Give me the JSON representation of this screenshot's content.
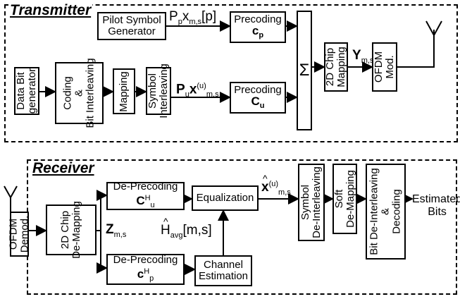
{
  "transmitter": {
    "title": "Transmitter",
    "pilot_gen": [
      "Pilot Symbol",
      "Generator"
    ],
    "pilot_signal": {
      "main": "P",
      "p_sub": "p",
      "x": "x",
      "sub": "m,s",
      "bracket": "[p]"
    },
    "precoding_top": {
      "label": "Precoding",
      "sym": "c",
      "sub": "p"
    },
    "data_gen": [
      "Data Bit",
      "generator"
    ],
    "coding": [
      "Coding",
      "&",
      "Bit Interleaving"
    ],
    "mapping": "Mapping",
    "symbol_interleaving": [
      "Symbol",
      "Interleaving"
    ],
    "data_signal": {
      "main": "P",
      "sub_u": "u",
      "x": "x",
      "sup": "(u)",
      "sub": "m,s"
    },
    "precoding_bottom": {
      "label": "Precoding",
      "sym": "C",
      "sub": "u"
    },
    "sum": "Σ",
    "chip_mapping": [
      "2D Chip",
      "Mapping"
    ],
    "y_signal": {
      "main": "Y",
      "sub": "m,s"
    },
    "ofdm_mod": [
      "OFDM",
      "Mod."
    ]
  },
  "receiver": {
    "title": "Receiver",
    "ofdm_demod": [
      "OFDM",
      "Demod."
    ],
    "chip_demapping": [
      "2D Chip",
      "De-Mapping"
    ],
    "z_signal": {
      "main": "Z",
      "sub": "m,s"
    },
    "deprecoding_top": {
      "label": "De-Precoding",
      "sym": "C",
      "sup": "H",
      "sub": "u"
    },
    "deprecoding_bottom": {
      "label": "De-Precoding",
      "sym": "c",
      "sup": "H",
      "sub": "p"
    },
    "equalization": "Equalization",
    "h_signal": {
      "hat": "^",
      "main": "H",
      "sub": "avg",
      "bracket": "[m,s]"
    },
    "channel_est": [
      "Channel",
      "Estimation"
    ],
    "x_signal": {
      "hat": "^",
      "main": "x",
      "sup": "(u)",
      "sub": "m,s"
    },
    "symbol_deinterleaving": [
      "Symbol",
      "De-Interleaving"
    ],
    "soft_demapping": [
      "Soft",
      "De-Mapping"
    ],
    "bit_deinterleaving": [
      "Bit De-Interleaving",
      "&",
      "Decoding"
    ],
    "estimated_bits": [
      "Estimated",
      "Bits"
    ]
  }
}
